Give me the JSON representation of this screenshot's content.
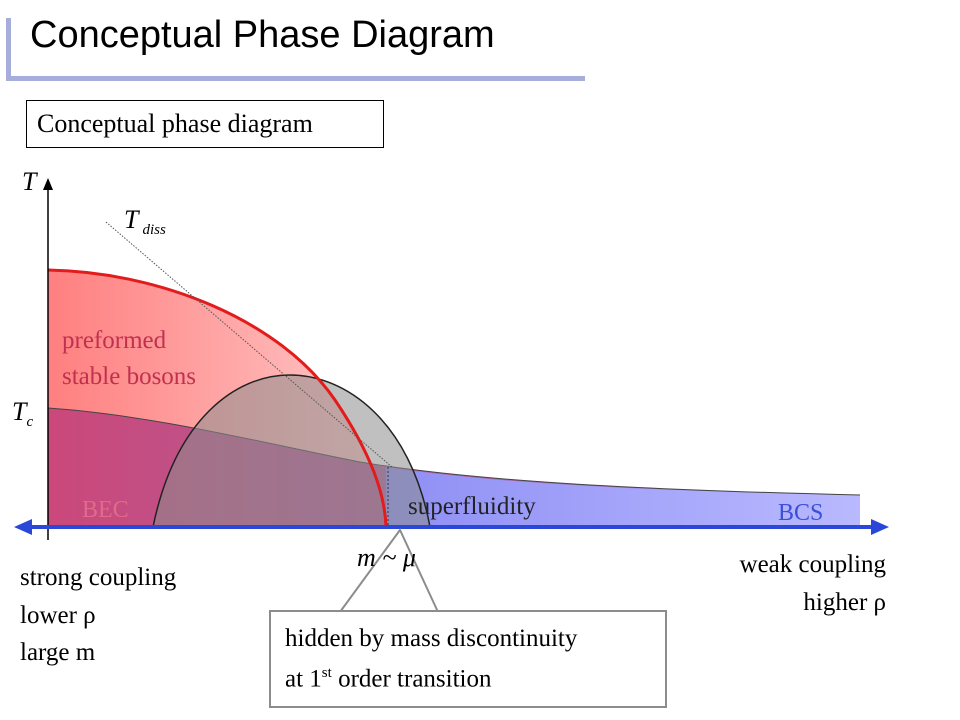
{
  "slide": {
    "title": "Conceptual Phase Diagram",
    "boxed_label": "Conceptual phase diagram"
  },
  "axis": {
    "y_label": "T",
    "tc_label_main": "T",
    "tc_label_sub": "c",
    "tdiss_label_main": "T",
    "tdiss_label_sub": "diss"
  },
  "regions": {
    "preformed_line1": "preformed",
    "preformed_line2": "stable bosons",
    "bec": "BEC",
    "superfluidity": "superfluidity",
    "bcs": "BCS",
    "mass_condition": "m ~ μ"
  },
  "left_caption": {
    "line1": "strong coupling",
    "line2": "lower ρ",
    "line3": "large m"
  },
  "right_caption": {
    "line1": "weak coupling",
    "line2": "higher ρ"
  },
  "callout": {
    "line1": "hidden by mass discontinuity",
    "line2_prefix": "at 1",
    "line2_sup": "st",
    "line2_suffix": " order transition"
  },
  "colors": {
    "title_accent": "#a7aedb",
    "preformed_region": "#ff8a8a",
    "preformed_boundary": "#e31b1b",
    "bec_region": "#c04a7a",
    "superfluid_region": "#8f8ff5",
    "axis_arrow": "#2a47d8",
    "dome_fill": "#8c8c8c",
    "bec_text": "#e06a8a",
    "bcs_text": "#3b4fd8"
  }
}
